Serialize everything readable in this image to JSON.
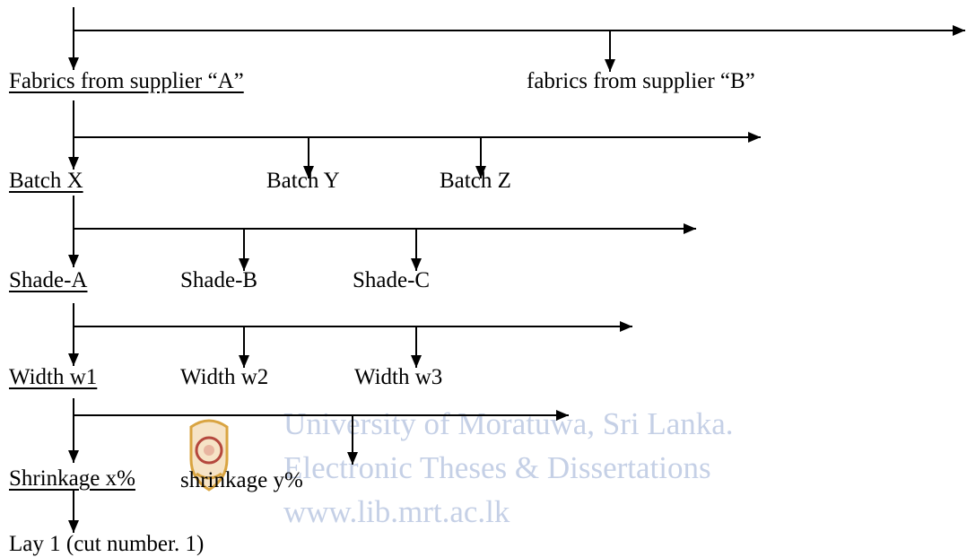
{
  "labels": {
    "supplier_a": "Fabrics from supplier “A”",
    "supplier_b": "fabrics from supplier “B”",
    "batch_x": "Batch X",
    "batch_y": "Batch Y",
    "batch_z": "Batch Z",
    "shade_a": "Shade-A",
    "shade_b": "Shade-B",
    "shade_c": "Shade-C",
    "width_w1": "Width w1",
    "width_w2": "Width w2",
    "width_w3": "Width w3",
    "shrinkage_x": "Shrinkage x%",
    "shrinkage_y": "shrinkage y%",
    "lay": "Lay 1 (cut number. 1)"
  },
  "watermark": {
    "line1": "University of Moratuwa, Sri Lanka.",
    "line2": "Electronic Theses & Dissertations",
    "line3": "www.lib.mrt.ac.lk",
    "color": "#c5d0e6"
  },
  "colors": {
    "ink": "#000000",
    "crest_gold": "#d9a441",
    "crest_red": "#b5483d"
  }
}
